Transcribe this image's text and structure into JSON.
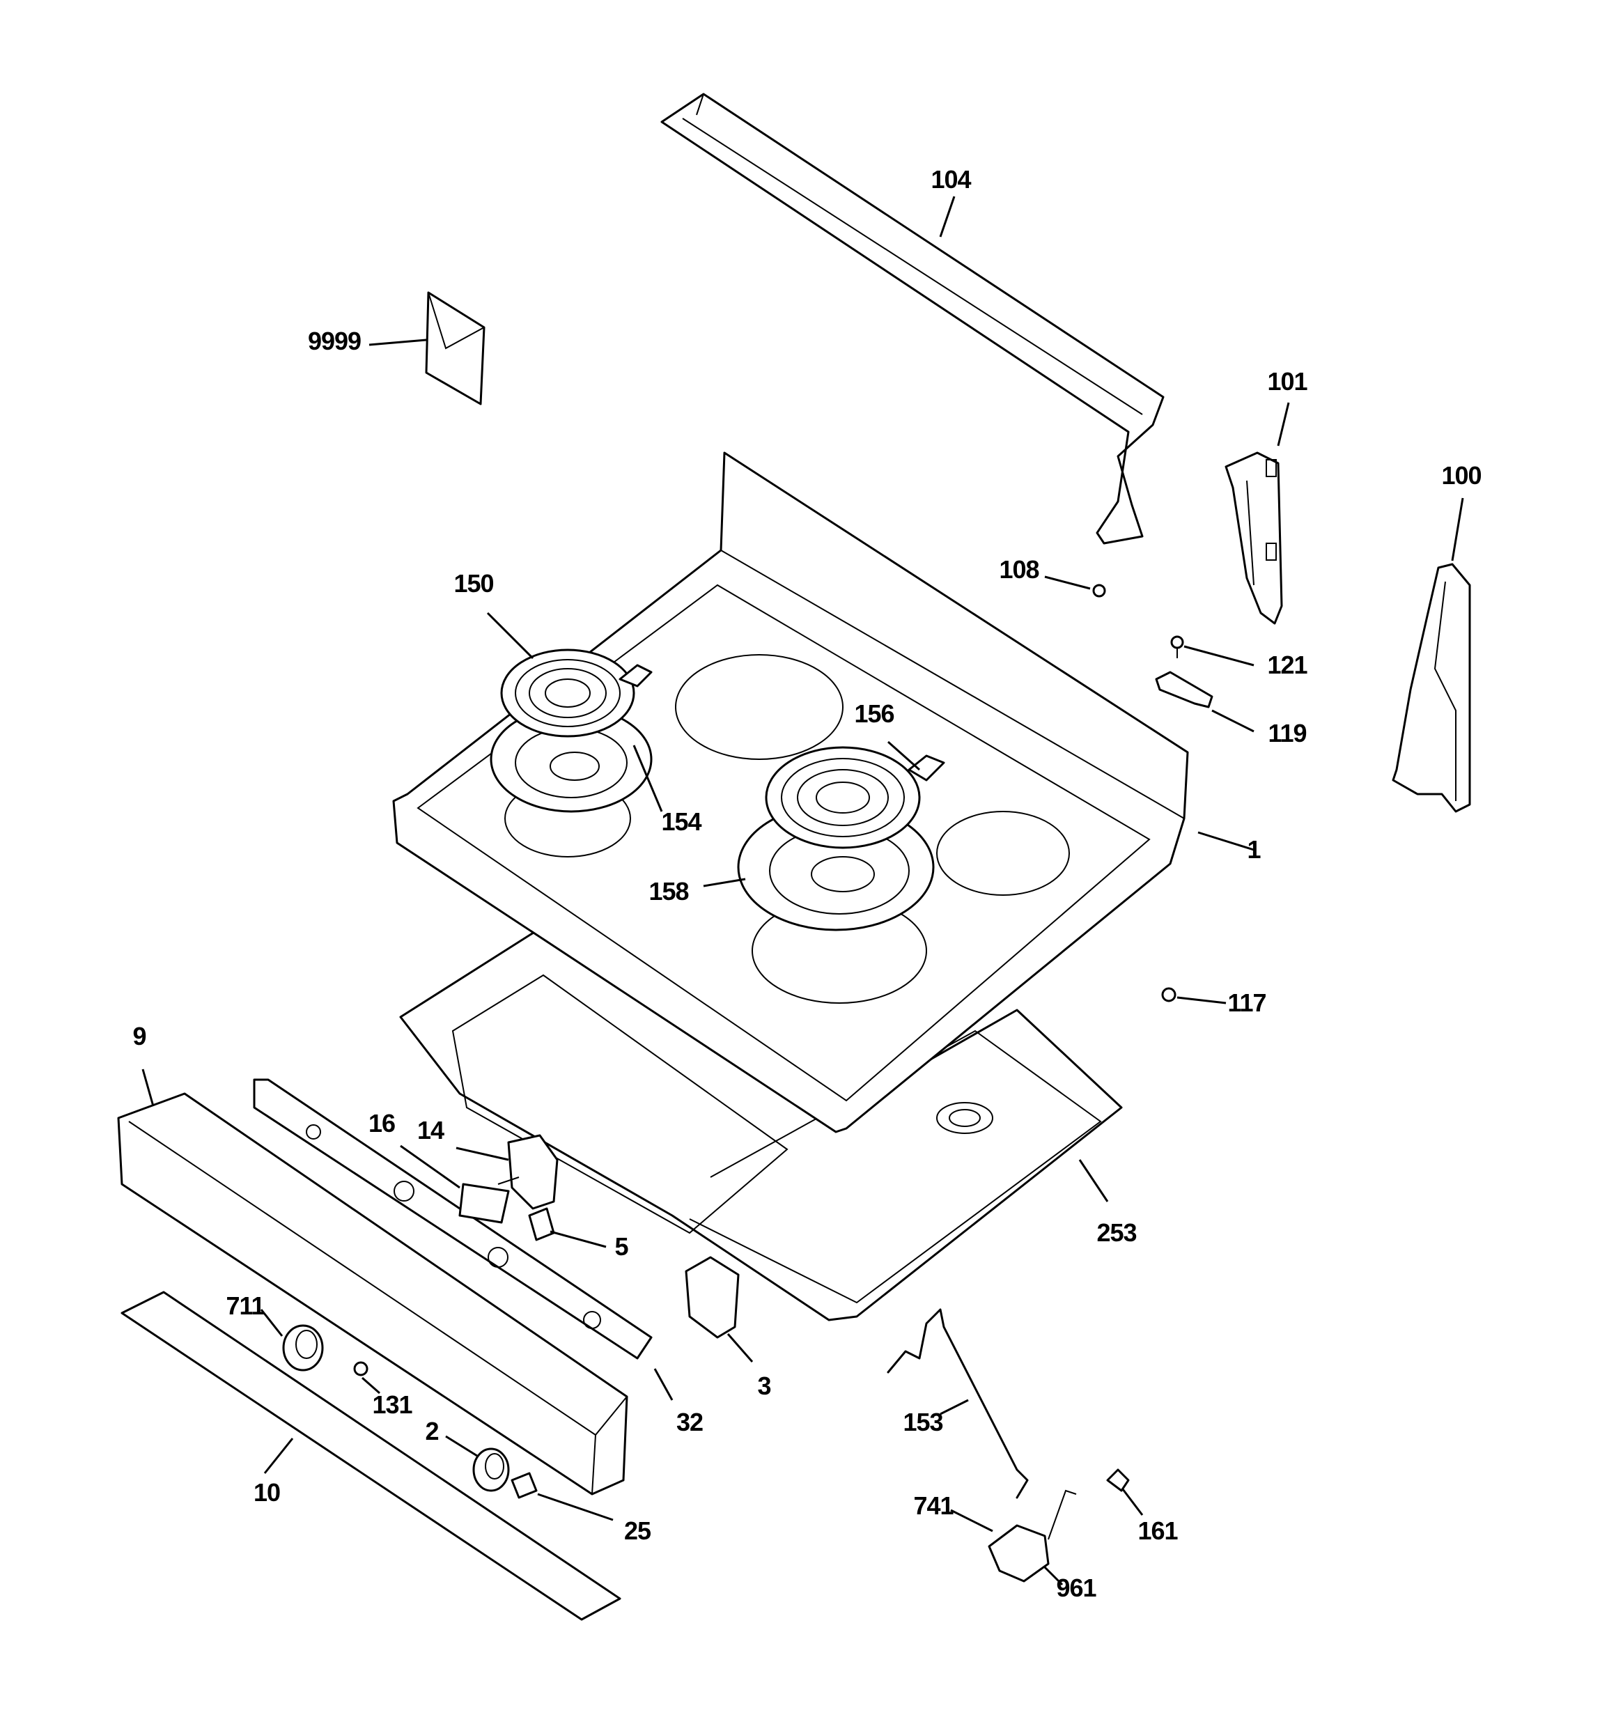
{
  "callouts": [
    {
      "id": "c104",
      "label": "104"
    },
    {
      "id": "c9999",
      "label": "9999"
    },
    {
      "id": "c101",
      "label": "101"
    },
    {
      "id": "c100",
      "label": "100"
    },
    {
      "id": "c108",
      "label": "108"
    },
    {
      "id": "c150",
      "label": "150"
    },
    {
      "id": "c121",
      "label": "121"
    },
    {
      "id": "c119",
      "label": "119"
    },
    {
      "id": "c156",
      "label": "156"
    },
    {
      "id": "c154",
      "label": "154"
    },
    {
      "id": "c1",
      "label": "1"
    },
    {
      "id": "c158",
      "label": "158"
    },
    {
      "id": "c117",
      "label": "117"
    },
    {
      "id": "c9",
      "label": "9"
    },
    {
      "id": "c16",
      "label": "16"
    },
    {
      "id": "c14",
      "label": "14"
    },
    {
      "id": "c253",
      "label": "253"
    },
    {
      "id": "c5",
      "label": "5"
    },
    {
      "id": "c711",
      "label": "711"
    },
    {
      "id": "c3",
      "label": "3"
    },
    {
      "id": "c131",
      "label": "131"
    },
    {
      "id": "c32",
      "label": "32"
    },
    {
      "id": "c153",
      "label": "153"
    },
    {
      "id": "c2",
      "label": "2"
    },
    {
      "id": "c10",
      "label": "10"
    },
    {
      "id": "c741",
      "label": "741"
    },
    {
      "id": "c161",
      "label": "161"
    },
    {
      "id": "c25",
      "label": "25"
    },
    {
      "id": "c961",
      "label": "961"
    }
  ]
}
